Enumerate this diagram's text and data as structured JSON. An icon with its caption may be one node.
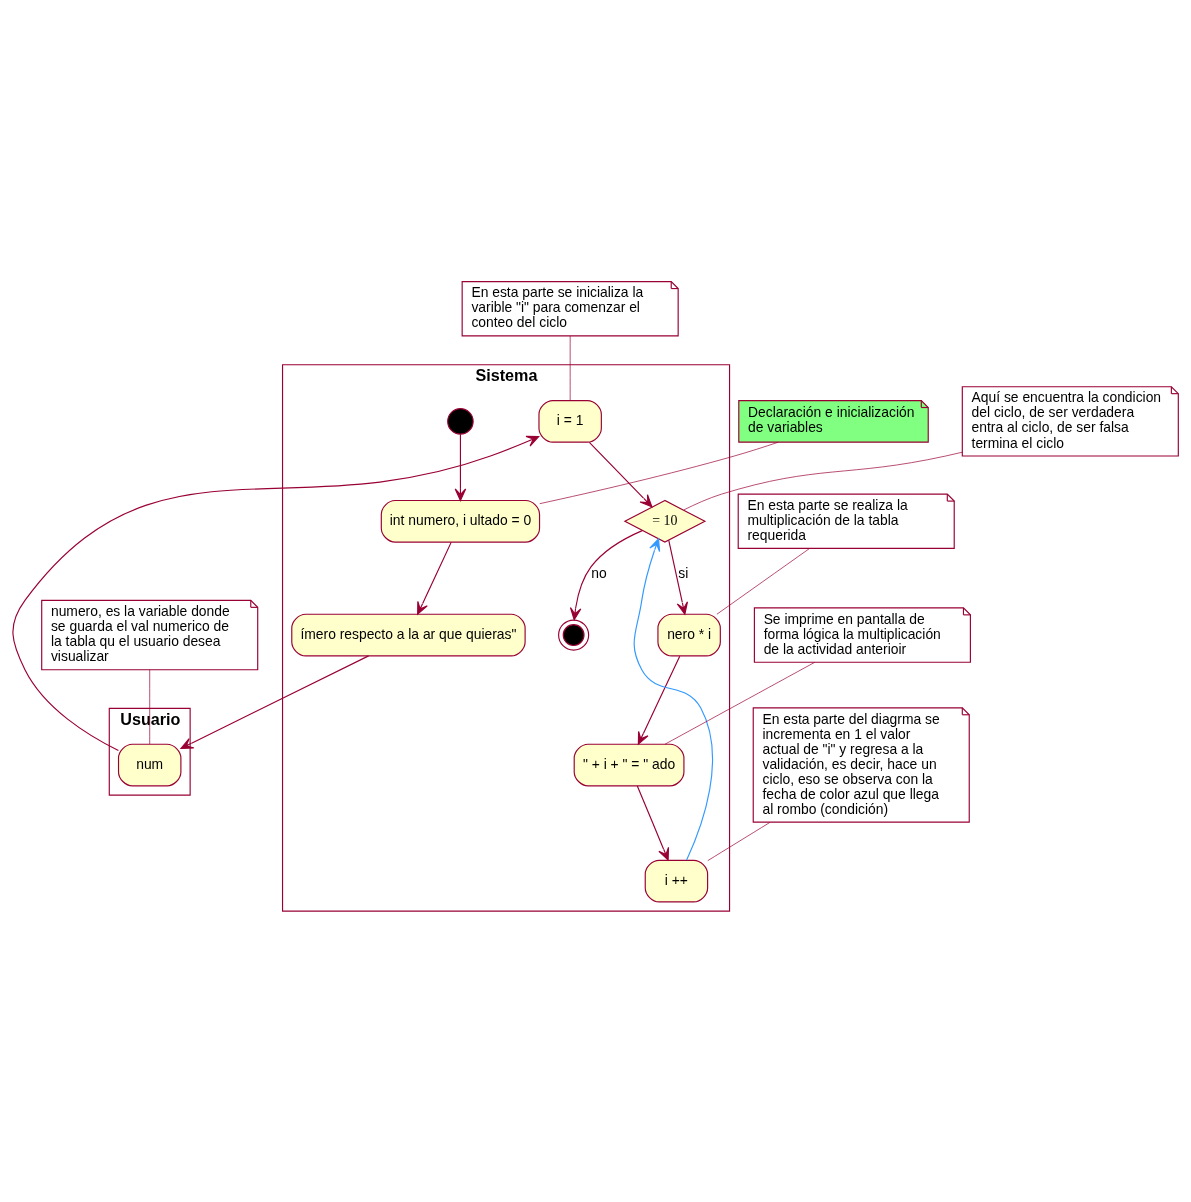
{
  "diagram": {
    "nodes": [
      {
        "text": [
          "Usuario"
        ]
      },
      {
        "text": [
          "Sistema"
        ]
      },
      {
        "text": [],
        "shape": "circle",
        "in": 1
      },
      {
        "text": [
          "int numero, i ultado = 0"
        ],
        "in": 1
      },
      {
        "text": [
          "Declaración e inicialización de variables"
        ]
      },
      {
        "text": [
          "ímero respecto a la ar que quieras\""
        ],
        "in": 1
      },
      {
        "text": [
          "num"
        ],
        "in": 0
      },
      {
        "text": [
          "i = 1"
        ],
        "in": 1
      },
      {
        "text": [
          "En esta parte se inicializa la varible \"i\" para comenzar el conteo del ciclo"
        ]
      },
      {
        "text": [
          "numero, es la variable donde se guarda el val numerico de la tabla qu el usuario desea visualizar"
        ]
      },
      {
        "text": [
          "= 10"
        ],
        "in": 1
      },
      {
        "text": [
          "Aquí se encuentra la condicion del ciclo, de ser verdadera entra al ciclo, de ser falsa termina el ciclo"
        ]
      },
      {
        "text": [],
        "shape": "circle",
        "in": 1
      },
      {
        "text": [
          "nero * i"
        ],
        "in": 1
      },
      {
        "text": [
          "En esta parte se realiza la multiplicación de la tabla requerida"
        ]
      },
      {
        "text": [
          "\" + i + \" = \" ado"
        ],
        "in": 1
      },
      {
        "text": [
          "Se imprime en pantalla de forma lógica la multiplicación de la actividad anterioir"
        ]
      },
      {
        "text": [
          "i ++"
        ],
        "in": 1
      },
      {
        "text": [
          "En esta parte del diagrma se incrementa en 1 el valor actual de \"i\" y regresa a la validación, es decir, hace un ciclo, eso se observa con la fecha de color azul que llega al rombo (condición)"
        ]
      }
    ],
    "edges": [
      {
        "from": 2,
        "to": 3,
        "arrow": "to"
      },
      {
        "from": 3,
        "to": 5,
        "arrow": "to"
      },
      {
        "from": 5,
        "to": 6,
        "arrow": "to"
      },
      {
        "from": 6,
        "to": 7,
        "arrow": "to"
      },
      {
        "from": 7,
        "to": 10,
        "arrow": "to"
      },
      {
        "from": 10,
        "to": 12,
        "arrow": "to",
        "label": "no"
      },
      {
        "from": 10,
        "to": 13,
        "arrow": "to",
        "label": "si"
      },
      {
        "from": 13,
        "to": 15,
        "arrow": "to"
      },
      {
        "from": 15,
        "to": 17,
        "arrow": "to"
      },
      {
        "from": 17,
        "to": 10,
        "arrow": "to",
        "color": "#3399ff"
      },
      {
        "from": 4,
        "to": 3,
        "arrow": "none"
      },
      {
        "from": 8,
        "to": 7,
        "arrow": "none"
      },
      {
        "from": 9,
        "to": 6,
        "arrow": "none"
      },
      {
        "from": 11,
        "to": 10,
        "arrow": "none"
      },
      {
        "from": 14,
        "to": 13,
        "arrow": "none"
      },
      {
        "from": 16,
        "to": 15,
        "arrow": "none"
      },
      {
        "from": 18,
        "to": 17,
        "arrow": "none"
      }
    ]
  }
}
